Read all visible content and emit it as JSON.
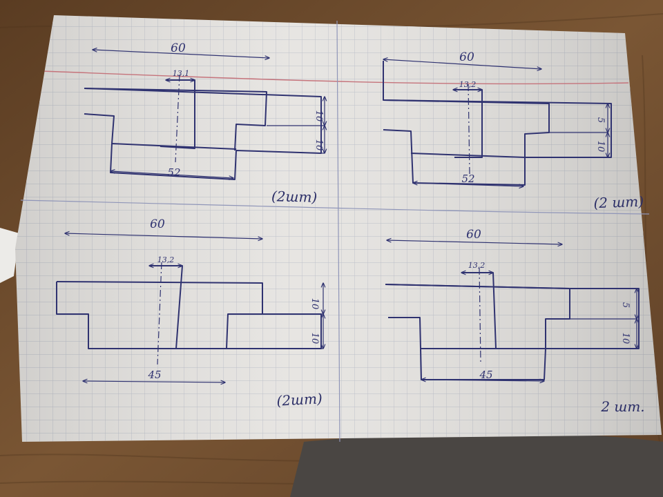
{
  "colors": {
    "table": "#6a4a2c",
    "paper": "#e6e4e1",
    "grid": "#b9bec8",
    "ink": "#2f3270",
    "margin_line": "#c5737b",
    "fold_line": "#8f95b8",
    "cloth": "#4a4643"
  },
  "drawings": [
    {
      "width_label": "60",
      "hole_label": "13,1",
      "base_label": "52",
      "step_upper_label": "10",
      "step_lower_label": "10",
      "quantity_label": "(2шт)"
    },
    {
      "width_label": "60",
      "hole_label": "13,2",
      "base_label": "52",
      "step_upper_label": "5",
      "step_lower_label": "10",
      "quantity_label": "(2 шт)"
    },
    {
      "width_label": "60",
      "hole_label": "13,2",
      "base_label": "45",
      "step_upper_label": "10",
      "step_lower_label": "10",
      "quantity_label": "(2шт)"
    },
    {
      "width_label": "60",
      "hole_label": "13,2",
      "base_label": "45",
      "step_upper_label": "5",
      "step_lower_label": "10",
      "quantity_label": "2 шт."
    }
  ]
}
